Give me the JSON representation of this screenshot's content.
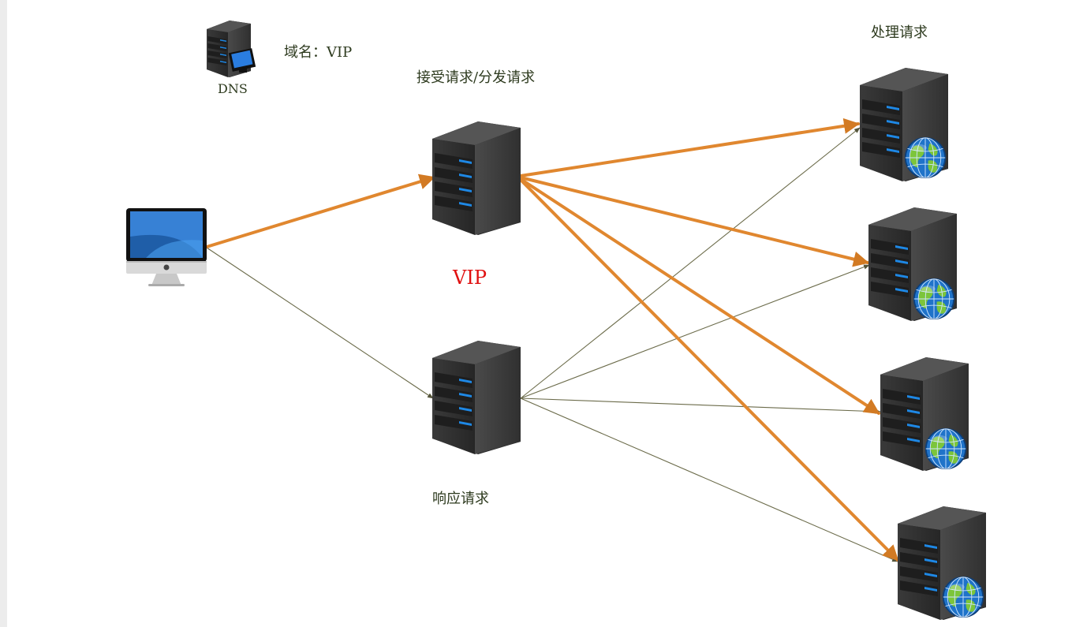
{
  "labels": {
    "dns_domain": "域名：VIP",
    "dns_name": "DNS",
    "receive_dispatch": "接受请求/分发请求",
    "vip": "VIP",
    "respond": "响应请求",
    "process": "处理请求"
  },
  "colors": {
    "thick_arrow": "#e0872f",
    "thin_arrow": "#6b6b4a",
    "server_body": "#2e2e2e",
    "server_led": "#1e88e5",
    "vip_text": "#e01010",
    "label_text": "#2d3a1e"
  },
  "icons": {
    "client": "imac-computer-icon",
    "dns": "dns-server-icon",
    "lb": "server-icon",
    "backend": "web-server-globe-icon"
  }
}
